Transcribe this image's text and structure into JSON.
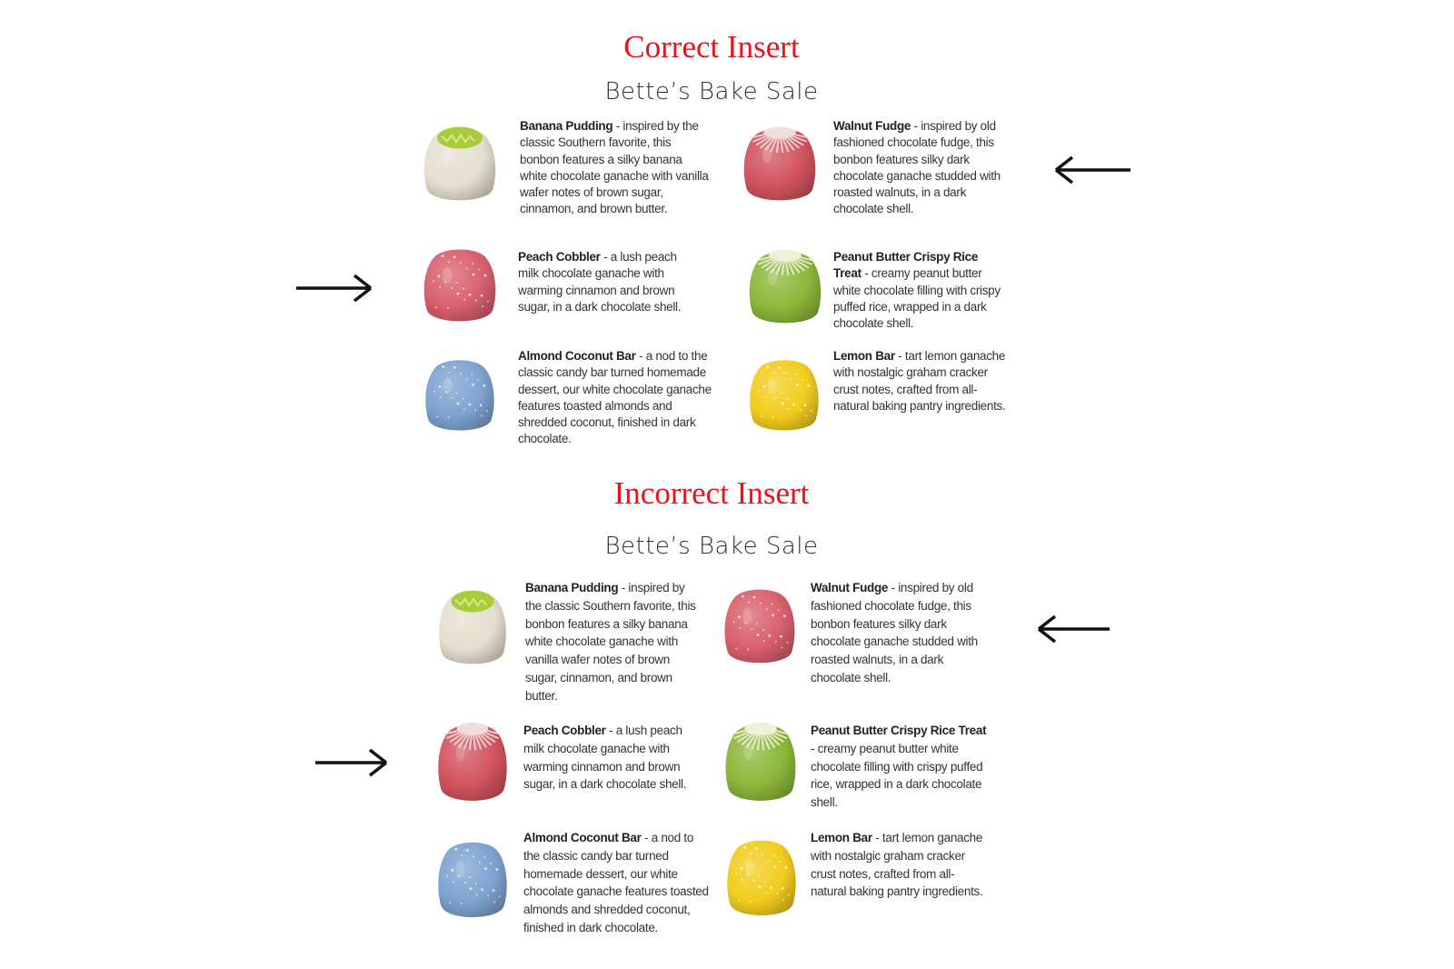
{
  "correct": {
    "heading": "Correct Insert",
    "title": "Bette’s Bake Sale",
    "items": [
      {
        "name": "Banana Pudding",
        "desc": " - inspired by the classic Southern favorite, this bonbon features a silky banana white chocolate ganache with vanilla wafer notes of brown sugar, cinnamon, and brown butter.",
        "color": "#e6dfd0",
        "top": "#a9cc3a"
      },
      {
        "name": "Walnut Fudge",
        "desc": " - inspired by old fashioned chocolate fudge, this bonbon features silky dark chocolate ganache studded with roasted walnuts, in a dark chocolate shell.",
        "color": "#d2545f",
        "top": "#f2dcdc"
      },
      {
        "name": "Peach Cobbler",
        "desc": " - a lush peach milk chocolate ganache with warming cinnamon and brown sugar, in a dark chocolate shell.",
        "color": "#d9606e",
        "top": ""
      },
      {
        "name": "Peanut Butter Crispy Rice Treat",
        "desc": " - creamy peanut butter white chocolate filling with crispy puffed rice, wrapped in a dark chocolate shell.",
        "color": "#8cb83a",
        "top": "#eef0d8"
      },
      {
        "name": "Almond Coconut Bar",
        "desc": " - a nod to the classic candy bar turned homemade dessert, our white chocolate ganache features toasted almonds and shredded coconut, finished in dark chocolate.",
        "color": "#7ea3cf",
        "top": ""
      },
      {
        "name": "Lemon Bar",
        "desc": " - tart lemon ganache with nostalgic graham cracker crust notes, crafted from all-natural baking pantry ingredients.",
        "color": "#f2cd1e",
        "top": ""
      }
    ]
  },
  "incorrect": {
    "heading": "Incorrect Insert",
    "title": "Bette’s Bake Sale",
    "items": [
      {
        "name": "Banana Pudding",
        "desc": " - inspired by the classic Southern favorite, this bonbon features a silky banana white chocolate ganache with vanilla wafer notes of brown sugar, cinnamon, and brown butter.",
        "color": "#e6dfd0",
        "top": "#a9cc3a"
      },
      {
        "name": "Walnut Fudge",
        "desc": " - inspired by old fashioned chocolate fudge, this bonbon features silky dark chocolate ganache studded with roasted walnuts, in a dark chocolate shell.",
        "color": "#d9606e",
        "top": ""
      },
      {
        "name": "Peach Cobbler",
        "desc": " - a lush peach milk chocolate ganache with warming cinnamon and brown sugar, in a dark chocolate shell.",
        "color": "#d2545f",
        "top": "#f2dcdc"
      },
      {
        "name": "Peanut Butter Crispy Rice Treat",
        "desc": " - creamy peanut butter white chocolate filling with crispy puffed rice, wrapped in a dark chocolate shell.",
        "color": "#8cb83a",
        "top": "#eef0d8"
      },
      {
        "name": "Almond Coconut Bar",
        "desc": " - a nod to the classic candy bar turned homemade dessert, our white chocolate ganache features toasted almonds and shredded coconut, finished in dark chocolate.",
        "color": "#7ea3cf",
        "top": ""
      },
      {
        "name": "Lemon Bar",
        "desc": " - tart lemon ganache with nostalgic graham cracker crust notes, crafted from all-natural baking pantry ingredients.",
        "color": "#f2cd1e",
        "top": ""
      }
    ]
  },
  "accent": "#e8141b"
}
